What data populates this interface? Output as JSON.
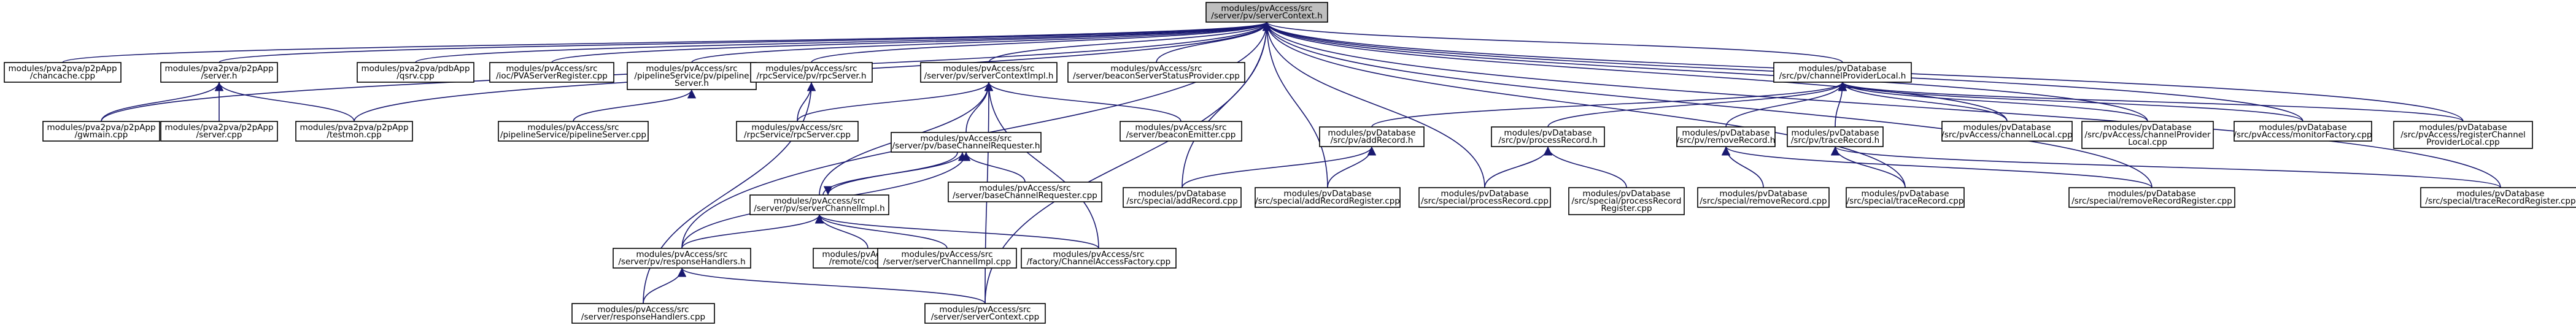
{
  "diagram": {
    "type": "include-dependency-graph",
    "colors": {
      "edge": "#191970",
      "node_fill": "#ffffff",
      "root_fill": "#bfbfbf",
      "node_border": "#000000"
    },
    "nodes": [
      {
        "id": "root",
        "lines": [
          "modules/pvAccess/src",
          "/server/pv/serverContext.h"
        ]
      },
      {
        "id": "chancache",
        "lines": [
          "modules/pva2pva/p2pApp",
          "/chancache.cpp"
        ]
      },
      {
        "id": "p2pserverh",
        "lines": [
          "modules/pva2pva/p2pApp",
          "/server.h"
        ]
      },
      {
        "id": "qsrv",
        "lines": [
          "modules/pva2pva/pdbApp",
          "/qsrv.cpp"
        ]
      },
      {
        "id": "iocreg",
        "lines": [
          "modules/pvAccess/src",
          "/ioc/PVAServerRegister.cpp"
        ]
      },
      {
        "id": "pipeh",
        "lines": [
          "modules/pvAccess/src",
          "/pipelineService/pv/pipeline",
          "Server.h"
        ]
      },
      {
        "id": "rpcserverh",
        "lines": [
          "modules/pvAccess/src",
          "/rpcService/pv/rpcServer.h"
        ]
      },
      {
        "id": "sctximplh",
        "lines": [
          "modules/pvAccess/src",
          "/server/pv/serverContextImpl.h"
        ]
      },
      {
        "id": "beaconstatus",
        "lines": [
          "modules/pvAccess/src",
          "/server/beaconServerStatusProvider.cpp"
        ]
      },
      {
        "id": "cplh",
        "lines": [
          "modules/pvDatabase",
          "/src/pv/channelProviderLocal.h"
        ]
      },
      {
        "id": "gwmain",
        "lines": [
          "modules/pva2pva/p2pApp",
          "/gwmain.cpp"
        ]
      },
      {
        "id": "p2pservercpp",
        "lines": [
          "modules/pva2pva/p2pApp",
          "/server.cpp"
        ]
      },
      {
        "id": "testmon",
        "lines": [
          "modules/pva2pva/p2pApp",
          "/testmon.cpp"
        ]
      },
      {
        "id": "pipecpp",
        "lines": [
          "modules/pvAccess/src",
          "/pipelineService/pipelineServer.cpp"
        ]
      },
      {
        "id": "rpccpp",
        "lines": [
          "modules/pvAccess/src",
          "/rpcService/rpcServer.cpp"
        ]
      },
      {
        "id": "bcrh",
        "lines": [
          "modules/pvAccess/src",
          "/server/pv/baseChannelRequester.h"
        ]
      },
      {
        "id": "beaconemitter",
        "lines": [
          "modules/pvAccess/src",
          "/server/beaconEmitter.cpp"
        ]
      },
      {
        "id": "addrech",
        "lines": [
          "modules/pvDatabase",
          "/src/pv/addRecord.h"
        ]
      },
      {
        "id": "procrech",
        "lines": [
          "modules/pvDatabase",
          "/src/pv/processRecord.h"
        ]
      },
      {
        "id": "remrech",
        "lines": [
          "modules/pvDatabase",
          "/src/pv/removeRecord.h"
        ]
      },
      {
        "id": "tracerech",
        "lines": [
          "modules/pvDatabase",
          "/src/pv/traceRecord.h"
        ]
      },
      {
        "id": "chanlocal",
        "lines": [
          "modules/pvDatabase",
          "/src/pvAccess/channelLocal.cpp"
        ]
      },
      {
        "id": "cplcpp",
        "lines": [
          "modules/pvDatabase",
          "/src/pvAccess/channelProvider",
          "Local.cpp"
        ]
      },
      {
        "id": "monfactory",
        "lines": [
          "modules/pvDatabase",
          "/src/pvAccess/monitorFactory.cpp"
        ]
      },
      {
        "id": "regcpl",
        "lines": [
          "modules/pvDatabase",
          "/src/pvAccess/registerChannel",
          "ProviderLocal.cpp"
        ]
      },
      {
        "id": "bcrcpp",
        "lines": [
          "modules/pvAccess/src",
          "/server/baseChannelRequester.cpp"
        ]
      },
      {
        "id": "scimplh",
        "lines": [
          "modules/pvAccess/src",
          "/server/pv/serverChannelImpl.h"
        ]
      },
      {
        "id": "addreccpp",
        "lines": [
          "modules/pvDatabase",
          "/src/special/addRecord.cpp"
        ]
      },
      {
        "id": "addregcpp",
        "lines": [
          "modules/pvDatabase",
          "/src/special/addRecordRegister.cpp"
        ]
      },
      {
        "id": "proccpp",
        "lines": [
          "modules/pvDatabase",
          "/src/special/processRecord.cpp"
        ]
      },
      {
        "id": "procregcpp",
        "lines": [
          "modules/pvDatabase",
          "/src/special/processRecord",
          "Register.cpp"
        ]
      },
      {
        "id": "remcpp",
        "lines": [
          "modules/pvDatabase",
          "/src/special/removeRecord.cpp"
        ]
      },
      {
        "id": "tracecpp",
        "lines": [
          "modules/pvDatabase",
          "/src/special/traceRecord.cpp"
        ]
      },
      {
        "id": "remregcpp",
        "lines": [
          "modules/pvDatabase",
          "/src/special/removeRecordRegister.cpp"
        ]
      },
      {
        "id": "traceregcpp",
        "lines": [
          "modules/pvDatabase",
          "/src/special/traceRecordRegister.cpp"
        ]
      },
      {
        "id": "resph",
        "lines": [
          "modules/pvAccess/src",
          "/server/pv/responseHandlers.h"
        ]
      },
      {
        "id": "codec",
        "lines": [
          "modules/pvAccess/src",
          "/remote/codec.cpp"
        ]
      },
      {
        "id": "scimplcpp",
        "lines": [
          "modules/pvAccess/src",
          "/server/serverChannelImpl.cpp"
        ]
      },
      {
        "id": "factory",
        "lines": [
          "modules/pvAccess/src",
          "/factory/ChannelAccessFactory.cpp"
        ]
      },
      {
        "id": "respcpp",
        "lines": [
          "modules/pvAccess/src",
          "/server/responseHandlers.cpp"
        ]
      },
      {
        "id": "sctxcpp",
        "lines": [
          "modules/pvAccess/src",
          "/server/serverContext.cpp"
        ]
      }
    ],
    "edges": [
      [
        "chancache",
        "root"
      ],
      [
        "p2pserverh",
        "root"
      ],
      [
        "qsrv",
        "root"
      ],
      [
        "iocreg",
        "root"
      ],
      [
        "pipeh",
        "root"
      ],
      [
        "rpcserverh",
        "root"
      ],
      [
        "sctximplh",
        "root"
      ],
      [
        "beaconstatus",
        "root"
      ],
      [
        "cplh",
        "root"
      ],
      [
        "gwmain",
        "root"
      ],
      [
        "testmon",
        "root"
      ],
      [
        "resph",
        "root"
      ],
      [
        "sctxcpp",
        "root"
      ],
      [
        "addreccpp",
        "root"
      ],
      [
        "addregcpp",
        "root"
      ],
      [
        "proccpp",
        "root"
      ],
      [
        "tracecpp",
        "root"
      ],
      [
        "chanlocal",
        "root"
      ],
      [
        "cplcpp",
        "root"
      ],
      [
        "monfactory",
        "root"
      ],
      [
        "regcpl",
        "root"
      ],
      [
        "remregcpp",
        "root"
      ],
      [
        "traceregcpp",
        "root"
      ],
      [
        "gwmain",
        "p2pserverh"
      ],
      [
        "p2pservercpp",
        "p2pserverh"
      ],
      [
        "testmon",
        "p2pserverh"
      ],
      [
        "pipecpp",
        "pipeh"
      ],
      [
        "rpccpp",
        "rpcserverh"
      ],
      [
        "respcpp",
        "rpcserverh"
      ],
      [
        "rpccpp",
        "sctximplh"
      ],
      [
        "bcrh",
        "sctximplh"
      ],
      [
        "beaconemitter",
        "sctximplh"
      ],
      [
        "scimplh",
        "sctximplh"
      ],
      [
        "factory",
        "sctximplh"
      ],
      [
        "sctxcpp",
        "sctximplh"
      ],
      [
        "scimplh",
        "bcrh"
      ],
      [
        "bcrh",
        "scimplh"
      ],
      [
        "bcrcpp",
        "bcrh"
      ],
      [
        "resph",
        "bcrh"
      ],
      [
        "resph",
        "scimplh"
      ],
      [
        "codec",
        "scimplh"
      ],
      [
        "scimplcpp",
        "scimplh"
      ],
      [
        "factory",
        "scimplh"
      ],
      [
        "respcpp",
        "resph"
      ],
      [
        "sctxcpp",
        "resph"
      ],
      [
        "addrech",
        "cplh"
      ],
      [
        "procrech",
        "cplh"
      ],
      [
        "remrech",
        "cplh"
      ],
      [
        "tracerech",
        "cplh"
      ],
      [
        "chanlocal",
        "cplh"
      ],
      [
        "cplcpp",
        "cplh"
      ],
      [
        "monfactory",
        "cplh"
      ],
      [
        "regcpl",
        "cplh"
      ],
      [
        "addreccpp",
        "addrech"
      ],
      [
        "addregcpp",
        "addrech"
      ],
      [
        "proccpp",
        "procrech"
      ],
      [
        "procregcpp",
        "procrech"
      ],
      [
        "remcpp",
        "remrech"
      ],
      [
        "remregcpp",
        "remrech"
      ],
      [
        "tracecpp",
        "tracerech"
      ],
      [
        "traceregcpp",
        "tracerech"
      ]
    ]
  }
}
